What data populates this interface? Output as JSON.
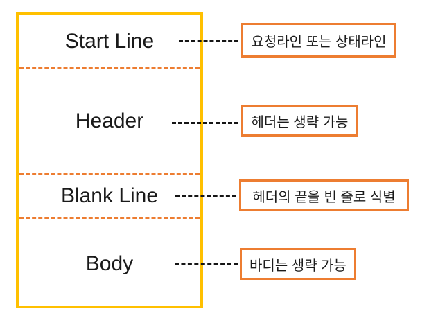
{
  "diagram": {
    "description": "HTTP message structure diagram",
    "sections": [
      {
        "label": "Start Line",
        "annotation": "요청라인 또는 상태라인"
      },
      {
        "label": "Header",
        "annotation": "헤더는 생략 가능"
      },
      {
        "label": "Blank Line",
        "annotation": "헤더의 끝을 빈 줄로 식별"
      },
      {
        "label": "Body",
        "annotation": "바디는 생략 가능"
      }
    ],
    "colors": {
      "main_box_border": "#FFC000",
      "divider": "#ED7D31",
      "annotation_border": "#ED7D31",
      "connector": "#151515",
      "text": "#1a1a1a",
      "background": "#ffffff"
    }
  }
}
